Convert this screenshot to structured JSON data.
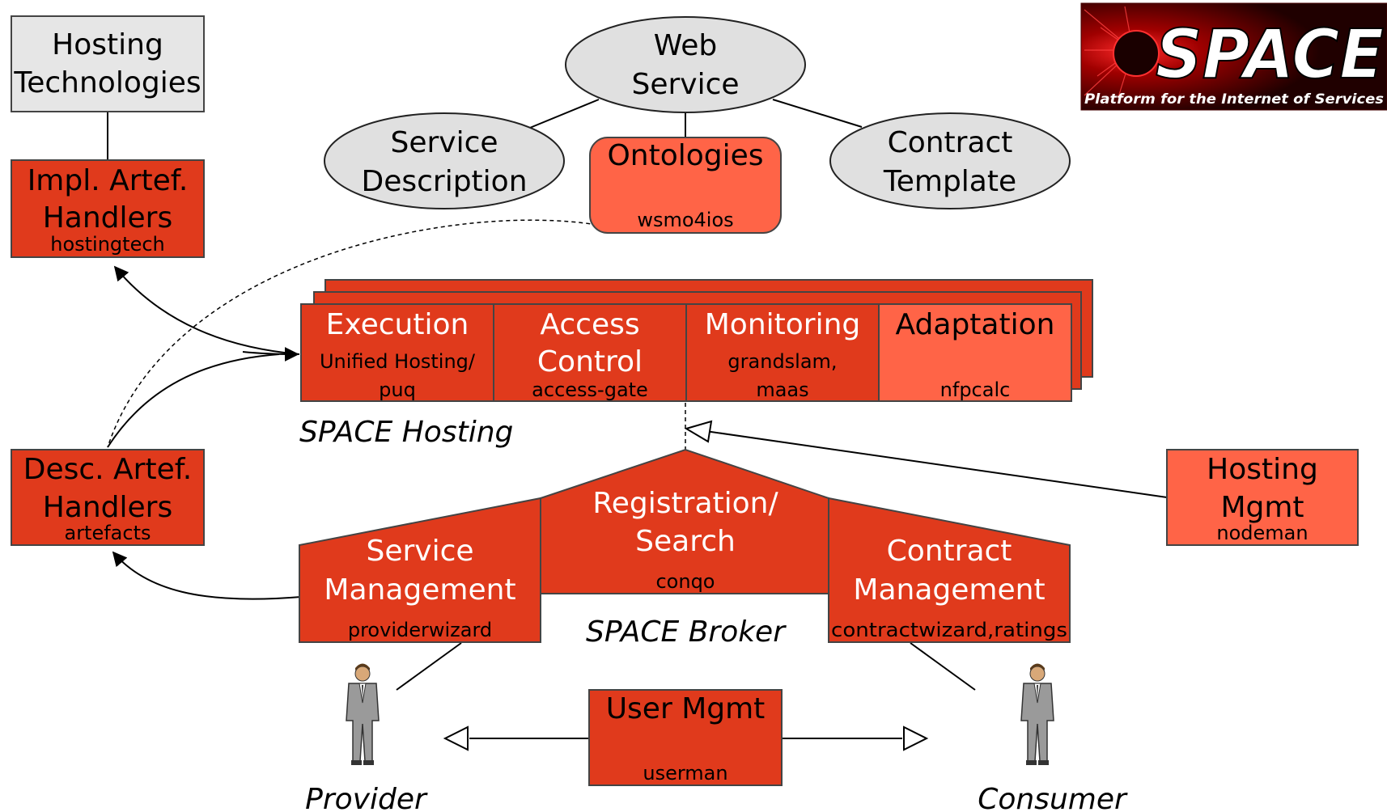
{
  "logo": {
    "word": "SPACE",
    "tagline": "Platform for the Internet of Services"
  },
  "colors": {
    "dark_red": "#e03a1c",
    "light_red": "#ff6447",
    "grey_fill": "#e6e6e6",
    "ellipse_fill": "#e0e0e0",
    "stroke": "#222222",
    "line": "#000000"
  },
  "nodes": {
    "hosting_technologies": {
      "line1": "Hosting",
      "line2": "Technologies"
    },
    "impl_artef": {
      "line1": "Impl. Artef.",
      "line2": "Handlers",
      "sub": "hostingtech"
    },
    "desc_artef": {
      "line1": "Desc. Artef.",
      "line2": "Handlers",
      "sub": "artefacts"
    },
    "web_service": {
      "line1": "Web",
      "line2": "Service"
    },
    "service_description": {
      "line1": "Service",
      "line2": "Description"
    },
    "ontologies": {
      "line1": "Ontologies",
      "sub": "wsmo4ios"
    },
    "contract_template": {
      "line1": "Contract",
      "line2": "Template"
    },
    "execution": {
      "line1": "Execution",
      "sub1": "Unified Hosting/",
      "sub2": "puq"
    },
    "access_control": {
      "line1": "Access",
      "line2": "Control",
      "sub": "access-gate"
    },
    "monitoring": {
      "line1": "Monitoring",
      "sub1": "grandslam,",
      "sub2": "maas"
    },
    "adaptation": {
      "line1": "Adaptation",
      "sub": "nfpcalc"
    },
    "space_hosting": "SPACE Hosting",
    "registration": {
      "line1": "Registration/",
      "line2": "Search",
      "sub": "conqo"
    },
    "service_management": {
      "line1": "Service",
      "line2": "Management",
      "sub": "providerwizard"
    },
    "contract_management": {
      "line1": "Contract",
      "line2": "Management",
      "sub": "contractwizard,ratings"
    },
    "space_broker": "SPACE Broker",
    "hosting_mgmt": {
      "line1": "Hosting",
      "line2": "Mgmt",
      "sub": "nodeman"
    },
    "user_mgmt": {
      "line1": "User Mgmt",
      "sub": "userman"
    },
    "provider": "Provider",
    "consumer": "Consumer"
  }
}
